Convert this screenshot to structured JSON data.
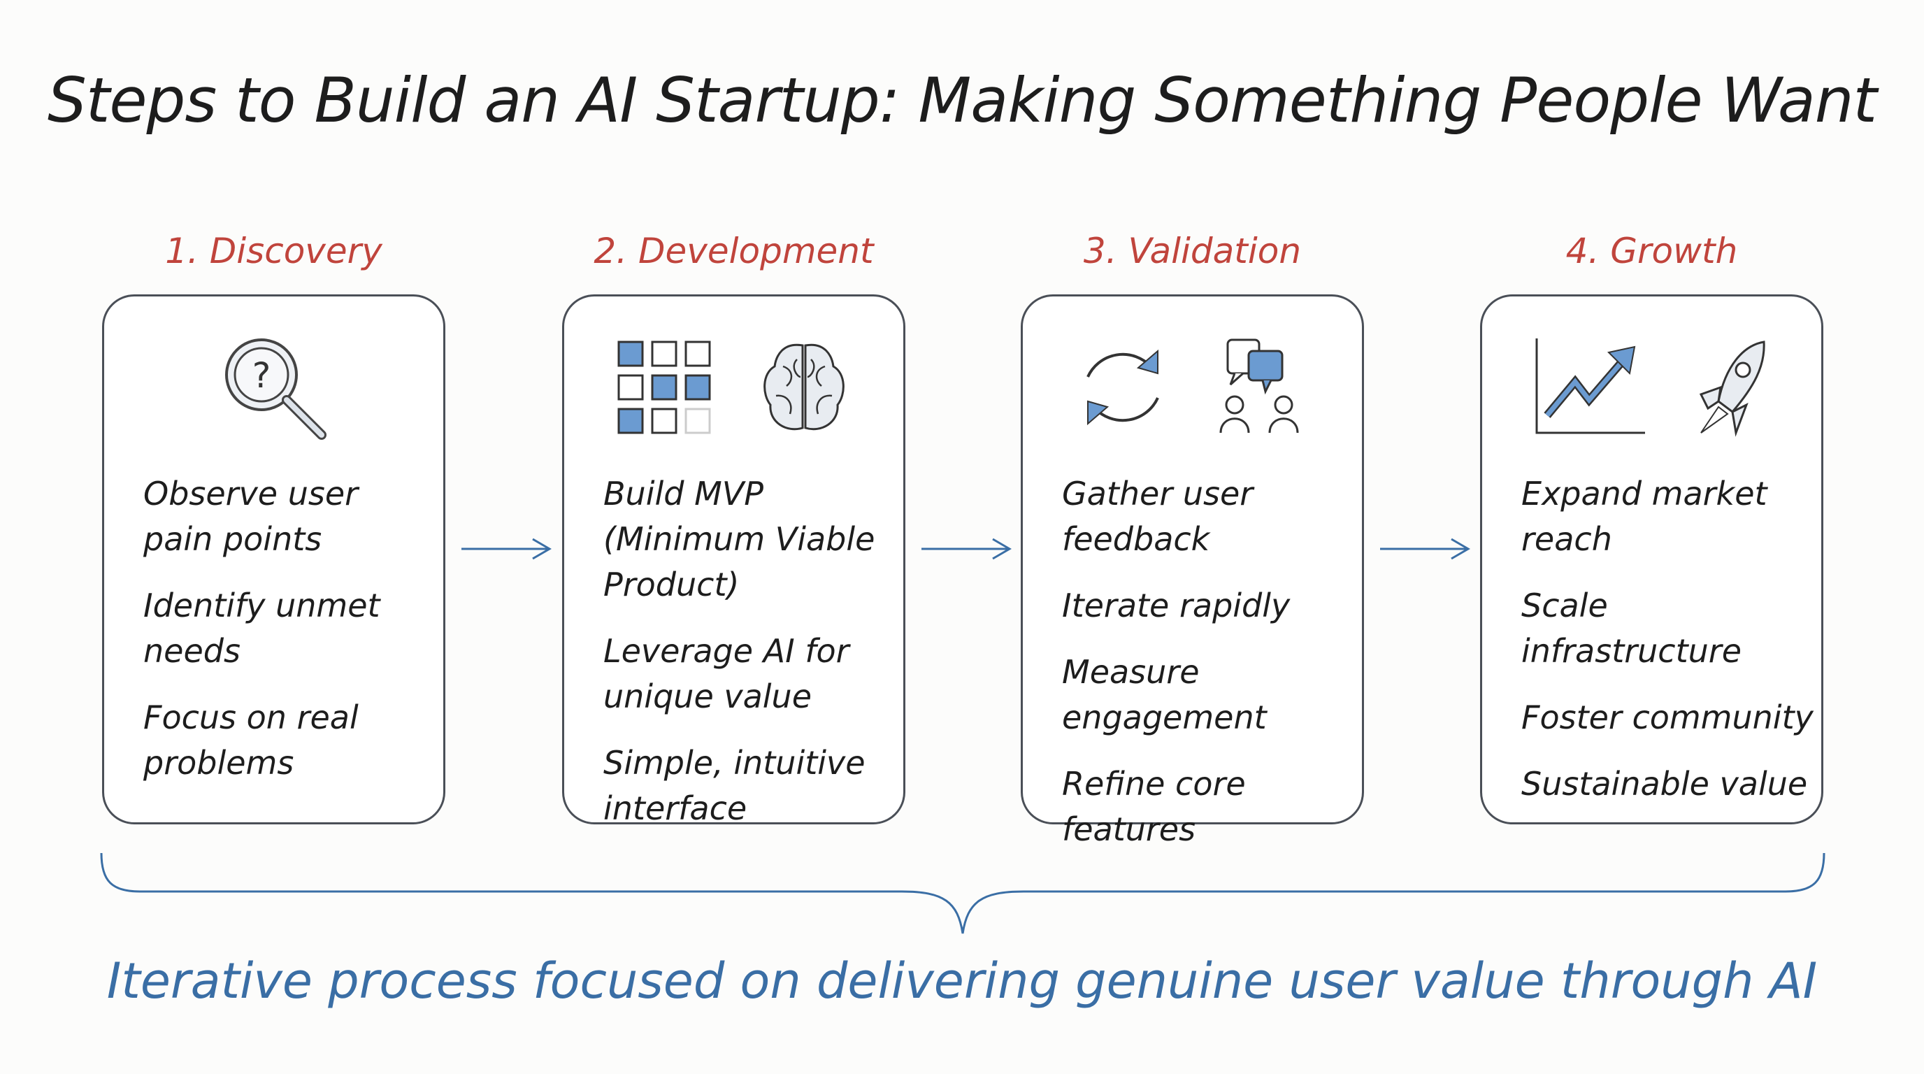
{
  "title": "Steps to Build an AI Startup: Making Something People Want",
  "steps": [
    {
      "label": "1. Discovery",
      "items": [
        "Observe user pain points",
        "Identify unmet needs",
        "Focus on real problems"
      ]
    },
    {
      "label": "2. Development",
      "items": [
        "Build MVP (Minimum Viable Product)",
        "Leverage AI for unique value",
        "Simple, intuitive interface"
      ]
    },
    {
      "label": "3. Validation",
      "items": [
        "Gather user feedback",
        "Iterate rapidly",
        "Measure engagement",
        "Refine core features"
      ]
    },
    {
      "label": "4. Growth",
      "items": [
        "Expand market reach",
        "Scale infrastructure",
        "Foster community",
        "Sustainable value"
      ]
    }
  ],
  "footer": "Iterative process focused on delivering genuine user value through AI",
  "colors": {
    "accent_red": "#c0443c",
    "accent_blue": "#3a6ea5",
    "icon_fill": "#6b9bd1"
  }
}
